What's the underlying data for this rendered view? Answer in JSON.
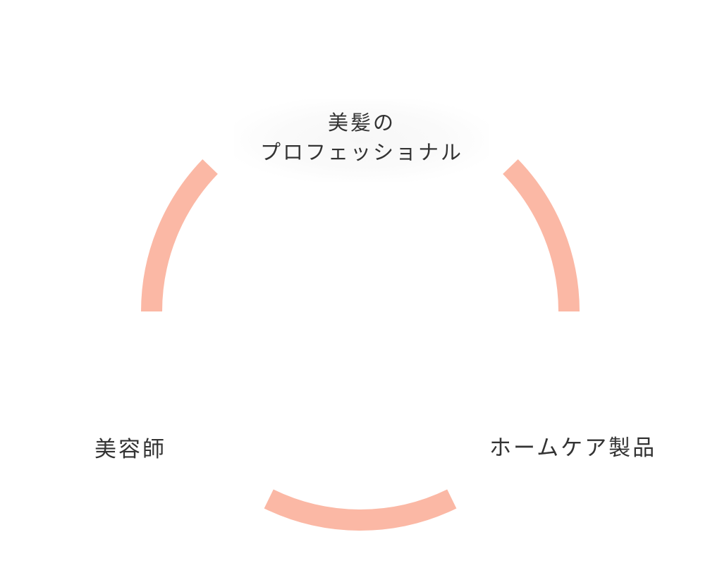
{
  "diagram": {
    "arc_color": "#fbb8a5",
    "text_color": "#333333",
    "top_node": {
      "line1": "美髪の",
      "line2": "プロフェッショナル"
    },
    "left_node": {
      "label": "美容師"
    },
    "right_node": {
      "label": "ホームケア製品"
    }
  }
}
